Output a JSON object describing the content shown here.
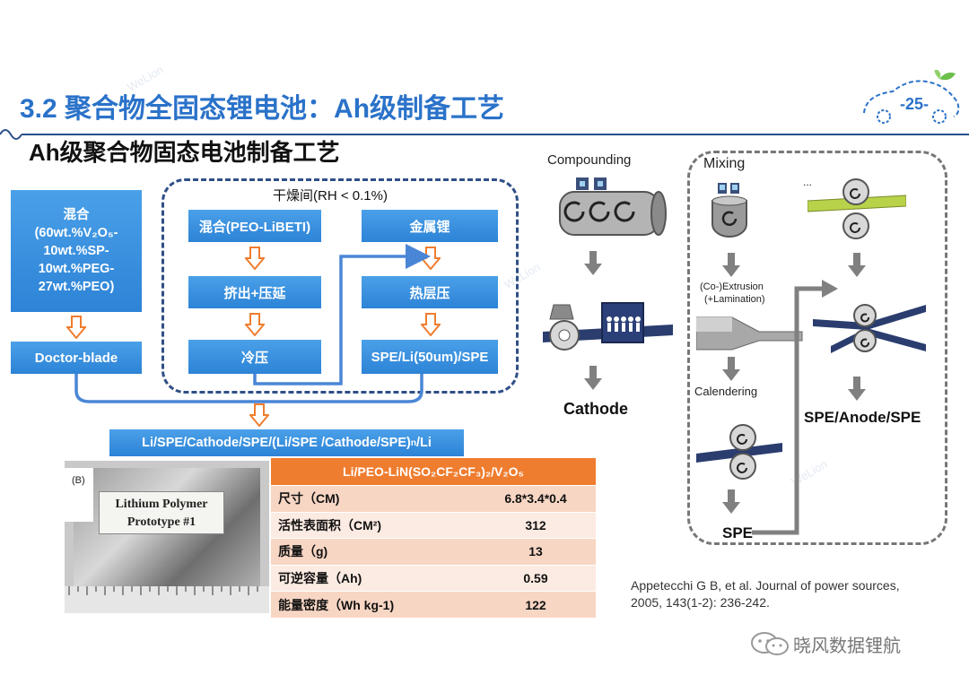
{
  "header": {
    "title": "3.2 聚合物全固态锂电池：Ah级制备工艺",
    "page_badge": "-25-",
    "subtitle": "Ah级聚合物固态电池制备工艺"
  },
  "flow": {
    "mix_box": "混合\n(60wt.%V₂O₅-\n10wt.%SP-\n10wt.%PEG-\n27wt.%PEO)",
    "doctor_blade": "Doctor-blade",
    "dry_room_label": "干燥间(RH < 0.1%)",
    "mix_peo": "混合(PEO-LiBETI)",
    "extrude": "挤出+压延",
    "cold_press": "冷压",
    "lithium_metal": "金属锂",
    "hot_press": "热层压",
    "spe_li": "SPE/Li(50um)/SPE",
    "final_stack_main": "Li/SPE/Cathode/SPE/(Li/SPE /Cathode/SPE)",
    "final_stack_sub": "n",
    "final_stack_end": "/Li"
  },
  "photo": {
    "label_b": "(B)",
    "card_line1": "Lithium Polymer",
    "card_line2": "Prototype #1"
  },
  "spec_table": {
    "header": "Li/PEO-LiN(SO₂CF₂CF₃)₂/V₂O₅",
    "rows": [
      {
        "name": "尺寸（CM)",
        "value": "6.8*3.4*0.4"
      },
      {
        "name": "活性表面积（CM²)",
        "value": "312"
      },
      {
        "name": "质量（g)",
        "value": "13"
      },
      {
        "name": "可逆容量（Ah)",
        "value": "0.59"
      },
      {
        "name": "能量密度（Wh kg-1)",
        "value": "122"
      }
    ]
  },
  "process": {
    "compounding": "Compounding",
    "cathode": "Cathode",
    "mixing": "Mixing",
    "ellipsis": "...",
    "extrusion1": "(Co-)Extrusion",
    "extrusion2": "(+Lamination)",
    "calendering": "Calendering",
    "spe": "SPE",
    "spe_anode_spe": "SPE/Anode/SPE"
  },
  "reference": {
    "line1": "Appetecchi G B, et al. Journal of power sources,",
    "line2": "2005, 143(1-2): 236-242."
  },
  "footer": {
    "brand": "晓风数据锂航"
  },
  "watermark": "WeLion",
  "colors": {
    "title_blue": "#2a72c9",
    "box_blue": "#2d83d6",
    "arrow_orange": "#ef7d2f",
    "table_header": "#ef7d2f"
  }
}
